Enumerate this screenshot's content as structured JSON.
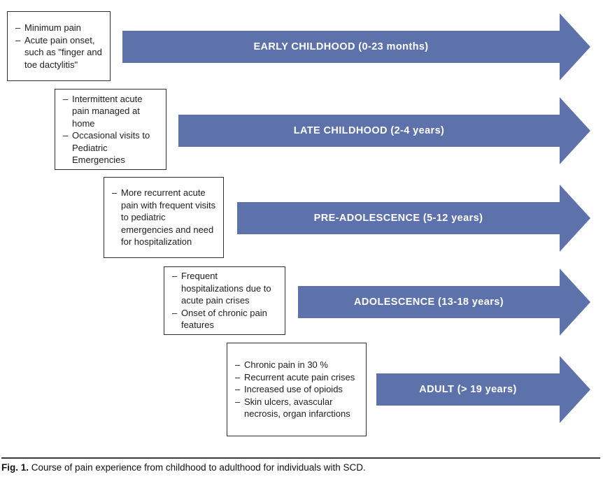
{
  "figure": {
    "caption_prefix": "Fig. 1.",
    "caption_text": "Course of pain experience from childhood to adulthood for individuals with SCD."
  },
  "colors": {
    "arrow_fill": "#5d72ab",
    "arrow_text": "#ffffff",
    "box_border": "#2e2e2e",
    "note_text": "#1d1d1d"
  },
  "stages": [
    {
      "label": "EARLY CHILDHOOD (0-23 months)",
      "notes": [
        "Minimum pain",
        "Acute pain onset, such as \"finger and toe dactylitis\""
      ]
    },
    {
      "label": "LATE CHILDHOOD (2-4 years)",
      "notes": [
        "Intermittent acute pain managed at home",
        "Occasional visits to Pediatric Emergencies"
      ]
    },
    {
      "label": "PRE-ADOLESCENCE (5-12 years)",
      "notes": [
        "More recurrent acute pain with frequent visits to pediatric emergencies and need for hospitalization"
      ]
    },
    {
      "label": "ADOLESCENCE (13-18 years)",
      "notes": [
        "Frequent hospitalizations due to acute pain crises",
        "Onset of chronic pain features"
      ]
    },
    {
      "label": "ADULT (> 19 years)",
      "notes": [
        "Chronic pain in 30 %",
        "Recurrent acute pain crises",
        "Increased use of opioids",
        "Skin ulcers, avascular necrosis, organ infarctions"
      ]
    }
  ]
}
